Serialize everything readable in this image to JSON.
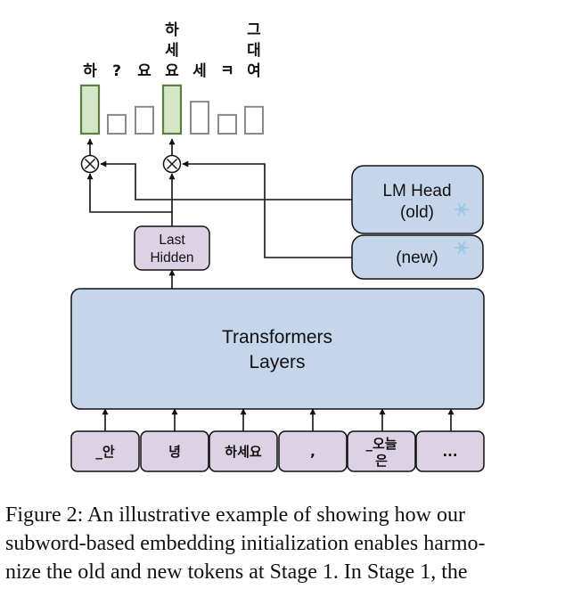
{
  "output_tokens": [
    {
      "lines": [
        "하"
      ],
      "highlight": true,
      "level": 0.95
    },
    {
      "lines": [
        "?"
      ],
      "highlight": false,
      "level": 0.37
    },
    {
      "lines": [
        "요"
      ],
      "highlight": false,
      "level": 0.53
    },
    {
      "lines": [
        "하",
        "세",
        "요"
      ],
      "highlight": true,
      "level": 0.95
    },
    {
      "lines": [
        "세"
      ],
      "highlight": false,
      "level": 0.63
    },
    {
      "lines": [
        "ㅋ"
      ],
      "highlight": false,
      "level": 0.37
    },
    {
      "lines": [
        "그",
        "대",
        "여"
      ],
      "highlight": false,
      "level": 0.53
    }
  ],
  "lm_head": {
    "line1": "LM Head",
    "line2": "(old)",
    "new_label": "(new)"
  },
  "last_hidden": {
    "line1": "Last",
    "line2": "Hidden"
  },
  "transformers": {
    "line1": "Transformers",
    "line2": "Layers"
  },
  "input_tokens": [
    {
      "lines": [
        "_안"
      ]
    },
    {
      "lines": [
        "녕"
      ]
    },
    {
      "lines": [
        "하세요"
      ]
    },
    {
      "lines": [
        ","
      ]
    },
    {
      "lines": [
        "_오늘",
        "은"
      ]
    },
    {
      "lines": [
        "..."
      ]
    }
  ],
  "caption": {
    "lines": [
      "Figure 2: An illustrative example of showing how our",
      "subword-based embedding initialization enables harmo-",
      "nize the old and new tokens at Stage 1. In Stage 1, the"
    ]
  },
  "colors": {
    "box_fill": "#c5d5ea",
    "hidden_fill": "#dcd2e4",
    "token_fill": "#dcd2e4",
    "bar_highlight": "#d4e6c5",
    "bar_highlight_stroke": "#5a7f45",
    "bar_gray": "#d9d9d9",
    "snowflake": "#9ec6e6"
  }
}
